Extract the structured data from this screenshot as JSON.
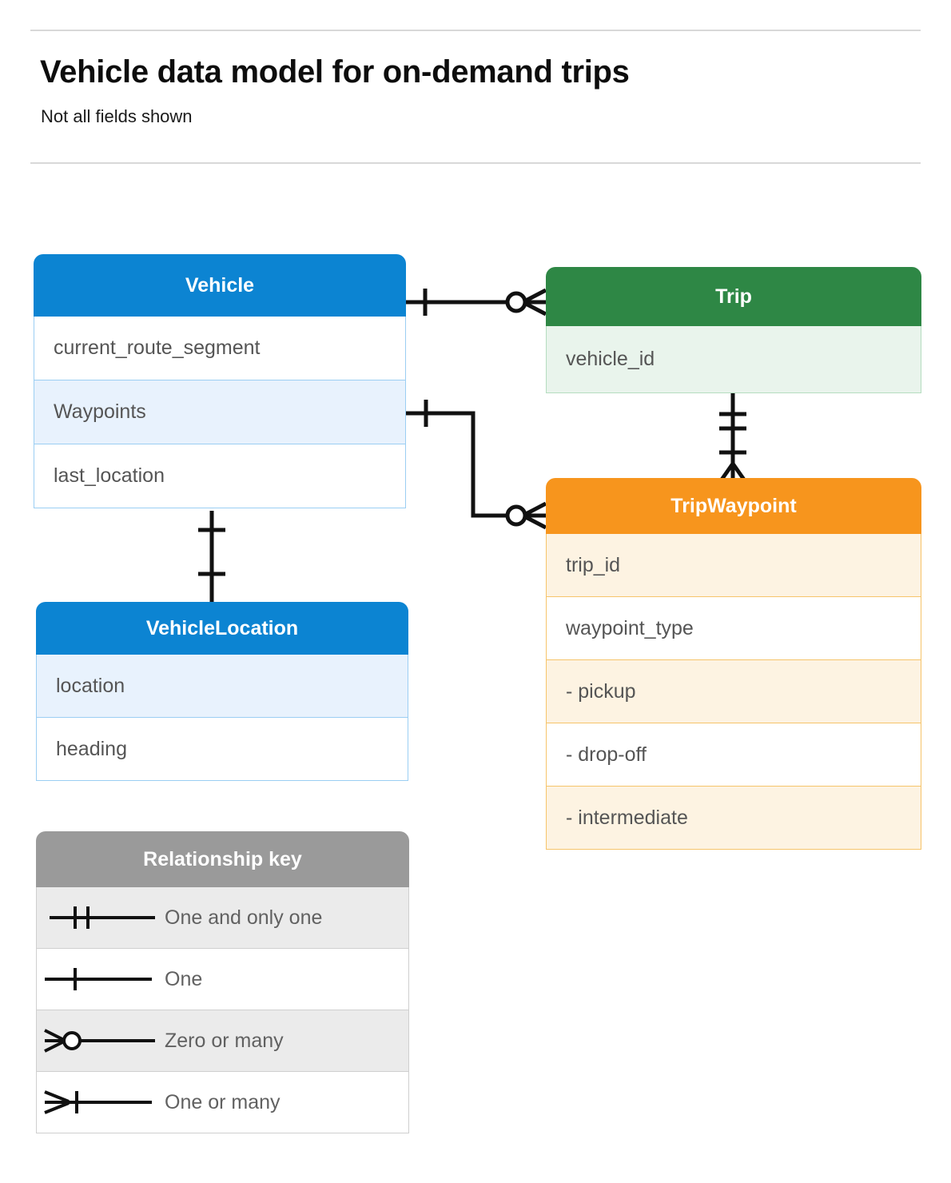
{
  "header": {
    "title": "Vehicle data model for on-demand trips",
    "subtitle": "Not all fields shown"
  },
  "colors": {
    "blue": "#0c84d2",
    "blue_row": "#e8f2fd",
    "blue_border": "#9bcef3",
    "green": "#2e8745",
    "green_row": "#e9f4ec",
    "green_border": "#b5ddc0",
    "orange": "#f7951d",
    "orange_row": "#fdf3e2",
    "orange_border": "#f6c46a",
    "gray": "#9a9a9a",
    "field_text": "#555555",
    "line": "#111111"
  },
  "entities": [
    {
      "name": "Vehicle",
      "color": "blue",
      "fields": [
        "current_route_segment",
        "Waypoints",
        "last_location"
      ]
    },
    {
      "name": "Trip",
      "color": "green",
      "fields": [
        "vehicle_id"
      ]
    },
    {
      "name": "TripWaypoint",
      "color": "orange",
      "fields": [
        "trip_id",
        "waypoint_type",
        "-  pickup",
        "-  drop-off",
        "-  intermediate"
      ]
    },
    {
      "name": "VehicleLocation",
      "color": "blue",
      "fields": [
        "location",
        "heading"
      ]
    }
  ],
  "relationships": [
    {
      "from": "Vehicle",
      "to": "Trip",
      "from_cardinality": "One",
      "to_cardinality": "Zero or many"
    },
    {
      "from": "Vehicle.Waypoints",
      "to": "TripWaypoint",
      "from_cardinality": "One",
      "to_cardinality": "Zero or many"
    },
    {
      "from": "Trip",
      "to": "TripWaypoint",
      "from_cardinality": "One and only one",
      "to_cardinality": "One or many"
    },
    {
      "from": "Vehicle",
      "to": "VehicleLocation",
      "from_cardinality": "One",
      "to_cardinality": "One"
    }
  ],
  "legend": {
    "title": "Relationship key",
    "rows": [
      {
        "symbol": "one-and-only-one-symbol",
        "label": "One and only one"
      },
      {
        "symbol": "one-symbol",
        "label": "One"
      },
      {
        "symbol": "zero-or-many-symbol",
        "label": "Zero or many"
      },
      {
        "symbol": "one-or-many-symbol",
        "label": "One or many"
      }
    ]
  }
}
